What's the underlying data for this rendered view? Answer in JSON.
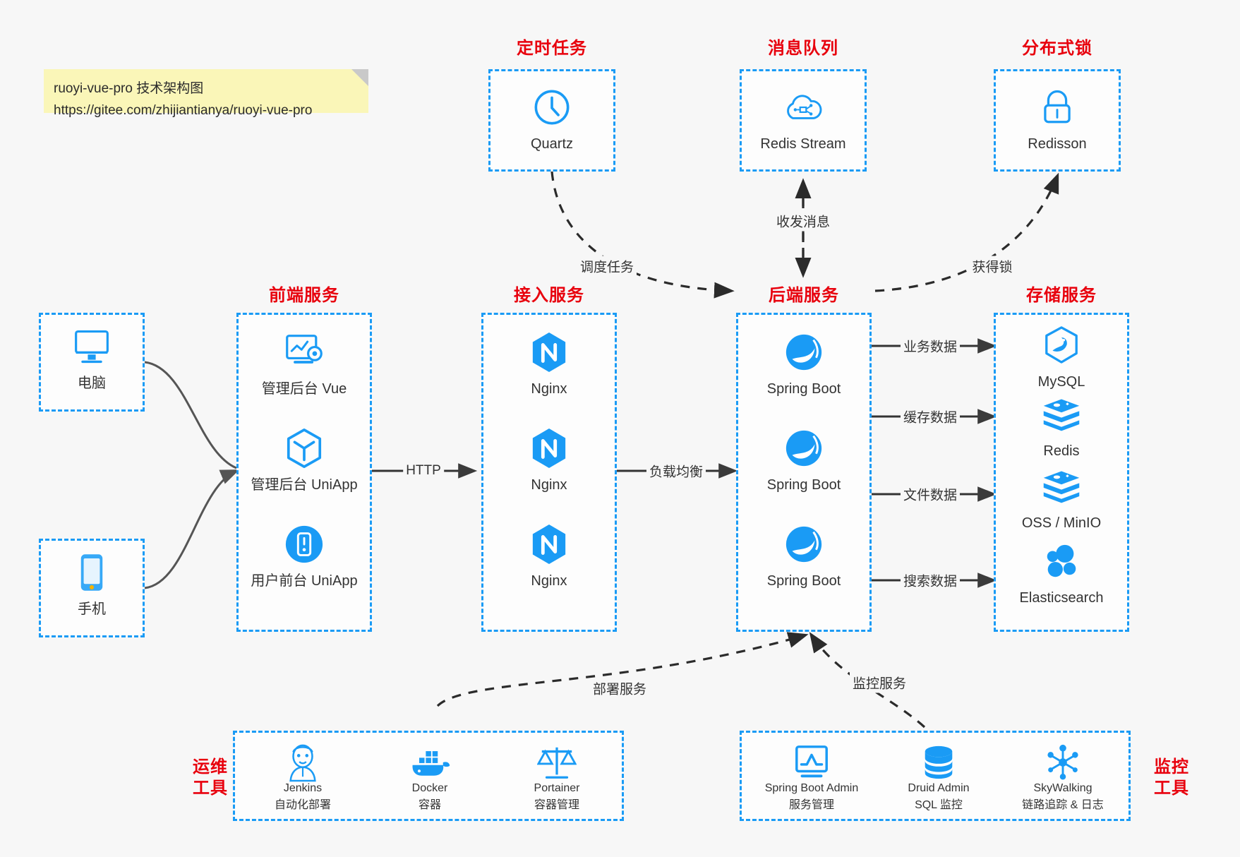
{
  "note": {
    "line1": "ruoyi-vue-pro 技术架构图",
    "line2": "https://gitee.com/zhijiantianya/ruoyi-vue-pro"
  },
  "colors": {
    "accent_blue": "#1a9bf5",
    "header_red": "#e8000d",
    "arrow_gray": "#333333",
    "note_yellow": "#faf6b8",
    "background": "#f7f7f7"
  },
  "groups": {
    "scheduler": {
      "title": "定时任务"
    },
    "mq": {
      "title": "消息队列"
    },
    "lock": {
      "title": "分布式锁"
    },
    "frontend": {
      "title": "前端服务"
    },
    "gateway": {
      "title": "接入服务"
    },
    "backend": {
      "title": "后端服务"
    },
    "storage": {
      "title": "存储服务"
    },
    "devops": {
      "title_line1": "运维",
      "title_line2": "工具"
    },
    "monitor": {
      "title_line1": "监控",
      "title_line2": "工具"
    }
  },
  "clients": [
    {
      "label": "电脑",
      "icon": "desktop-computer-icon"
    },
    {
      "label": "手机",
      "icon": "mobile-phone-icon"
    }
  ],
  "scheduler_nodes": [
    {
      "label": "Quartz",
      "icon": "clock-icon"
    }
  ],
  "mq_nodes": [
    {
      "label": "Redis Stream",
      "icon": "cloud-stream-icon"
    }
  ],
  "lock_nodes": [
    {
      "label": "Redisson",
      "icon": "padlock-icon"
    }
  ],
  "frontend_nodes": [
    {
      "label": "管理后台 Vue",
      "icon": "dashboard-gear-icon"
    },
    {
      "label": "管理后台 UniApp",
      "icon": "hexagon-cube-icon"
    },
    {
      "label": "用户前台 UniApp",
      "icon": "mobile-app-circle-icon"
    }
  ],
  "gateway_nodes": [
    {
      "label": "Nginx",
      "icon": "nginx-icon"
    },
    {
      "label": "Nginx",
      "icon": "nginx-icon"
    },
    {
      "label": "Nginx",
      "icon": "nginx-icon"
    }
  ],
  "backend_nodes": [
    {
      "label": "Spring Boot",
      "icon": "spring-boot-icon"
    },
    {
      "label": "Spring Boot",
      "icon": "spring-boot-icon"
    },
    {
      "label": "Spring Boot",
      "icon": "spring-boot-icon"
    }
  ],
  "storage_nodes": [
    {
      "label": "MySQL",
      "icon": "mysql-icon"
    },
    {
      "label": "Redis",
      "icon": "redis-icon"
    },
    {
      "label": "OSS / MinIO",
      "icon": "redis-stack-icon"
    },
    {
      "label": "Elasticsearch",
      "icon": "elasticsearch-icon"
    }
  ],
  "devops_nodes": [
    {
      "label": "Jenkins",
      "sub": "自动化部署",
      "icon": "jenkins-butler-icon"
    },
    {
      "label": "Docker",
      "sub": "容器",
      "icon": "docker-whale-icon"
    },
    {
      "label": "Portainer",
      "sub": "容器管理",
      "icon": "scales-balance-icon"
    }
  ],
  "monitor_nodes": [
    {
      "label": "Spring Boot Admin",
      "sub": "服务管理",
      "icon": "monitor-chart-icon"
    },
    {
      "label": "Druid Admin",
      "sub": "SQL 监控",
      "icon": "database-stack-icon"
    },
    {
      "label": "SkyWalking",
      "sub": "链路追踪 & 日志",
      "icon": "skywalking-node-icon"
    }
  ],
  "edge_labels": {
    "http": "HTTP",
    "load_balance": "负载均衡",
    "schedule_task": "调度任务",
    "send_receive_message": "收发消息",
    "acquire_lock": "获得锁",
    "business_data": "业务数据",
    "cache_data": "缓存数据",
    "file_data": "文件数据",
    "search_data": "搜索数据",
    "deploy_service": "部署服务",
    "monitor_service": "监控服务"
  }
}
